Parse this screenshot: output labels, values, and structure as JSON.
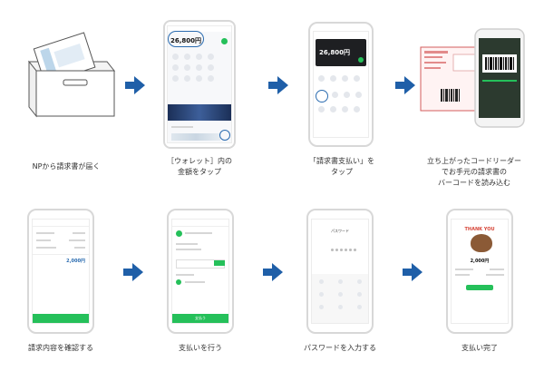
{
  "steps": [
    {
      "caption": "NPから請求書が届く"
    },
    {
      "caption": "［ウォレット］内の\n金額をタップ"
    },
    {
      "caption": "「請求書支払い」を\nタップ"
    },
    {
      "caption": "立ち上がったコードリーダー\nでお手元の請求書の\nバーコードを読み込む"
    },
    {
      "caption": "請求内容を確認する"
    },
    {
      "caption": "支払いを行う"
    },
    {
      "caption": "パスワードを入力する"
    },
    {
      "caption": "支払い完了"
    }
  ],
  "screens": {
    "wallet_amount": "26,800円",
    "pay_amount": "26,800円",
    "confirm_amount": "2,000円",
    "password_title": "パスワード",
    "done_amount": "2,000円",
    "done_banner": "THANK YOU",
    "pay_button": "支払う"
  },
  "colors": {
    "arrow": "#1f5fa8",
    "accent": "#25c05a",
    "highlight": "#2b6cb0"
  }
}
